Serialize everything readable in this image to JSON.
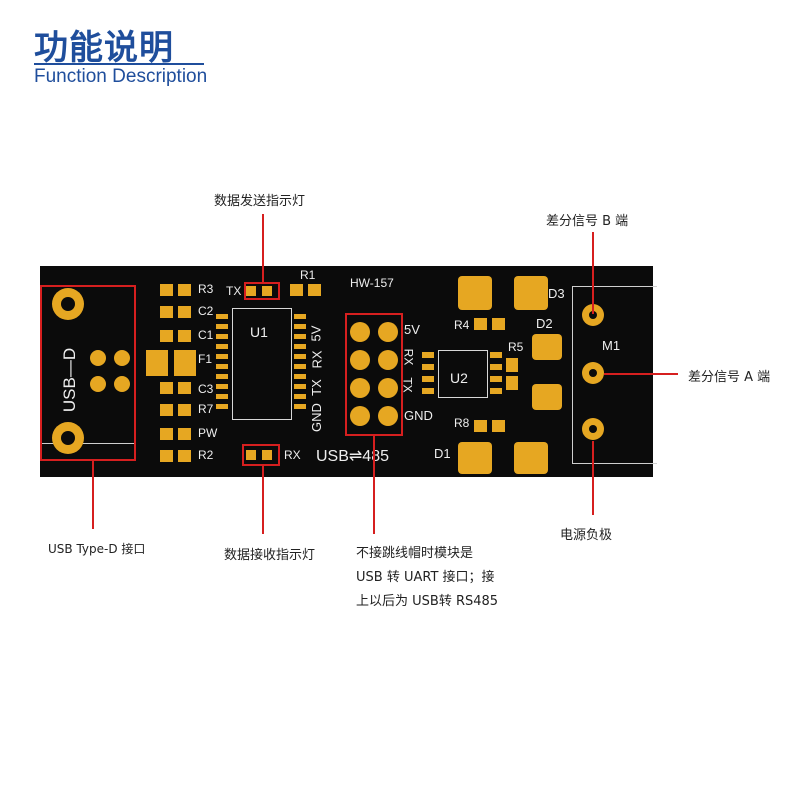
{
  "header": {
    "title_zh": "功能说明",
    "title_en": "Function Description"
  },
  "board": {
    "model": "HW-157",
    "usb_label": "USB—D",
    "usb485_label": "USB⇌485",
    "u1": "U1",
    "u2": "U2",
    "m1": "M1",
    "d1": "D1",
    "d2": "D2",
    "d3": "D3",
    "r1": "R1",
    "r2": "R2",
    "r3": "R3",
    "r4": "R4",
    "r5": "R5",
    "r7": "R7",
    "r8": "R8",
    "c1": "C1",
    "c2": "C2",
    "c3": "C3",
    "f1": "F1",
    "pw": "PW",
    "tx": "TX",
    "rx": "RX",
    "pins_left": [
      "5V",
      "RX",
      "TX",
      "GND"
    ],
    "pins_right": [
      "5V",
      "RX",
      "TX",
      "GND"
    ]
  },
  "annotations": {
    "tx_led": "数据发送指示灯",
    "rx_led": "数据接收指示灯",
    "usb_port": "USB Type-D 接口",
    "jumper_line1": "不接跳线帽时模块是",
    "jumper_line2": "USB 转 UART 接口；接",
    "jumper_line3": "上以后为 USB转 RS485",
    "diff_b": "差分信号 B 端",
    "diff_a": "差分信号 A 端",
    "power_neg": "电源负极"
  },
  "colors": {
    "title": "#1f4e9c",
    "board": "#0b0b0b",
    "pad": "#e6a722",
    "annotation_line": "#d61f1f"
  }
}
